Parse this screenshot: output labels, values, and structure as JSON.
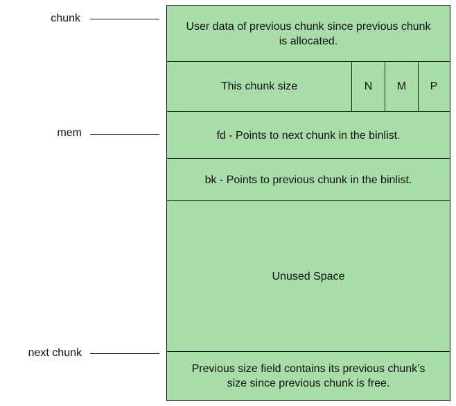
{
  "labels": {
    "chunk": "chunk",
    "mem": "mem",
    "next_chunk": "next chunk"
  },
  "blocks": {
    "prev_user_data": "User data of previous chunk since previous chunk is allocated.",
    "this_chunk_size": "This chunk size",
    "flag_n": "N",
    "flag_m": "M",
    "flag_p": "P",
    "fd": "fd - Points to next chunk in the binlist.",
    "bk": "bk - Points to previous chunk in the binlist.",
    "unused": "Unused Space",
    "prev_size_free": "Previous size field contains its previous chunk’s size since previous chunk is free."
  },
  "colors": {
    "block_fill": "#a8dca8",
    "outline": "#111111",
    "text": "#111111"
  }
}
